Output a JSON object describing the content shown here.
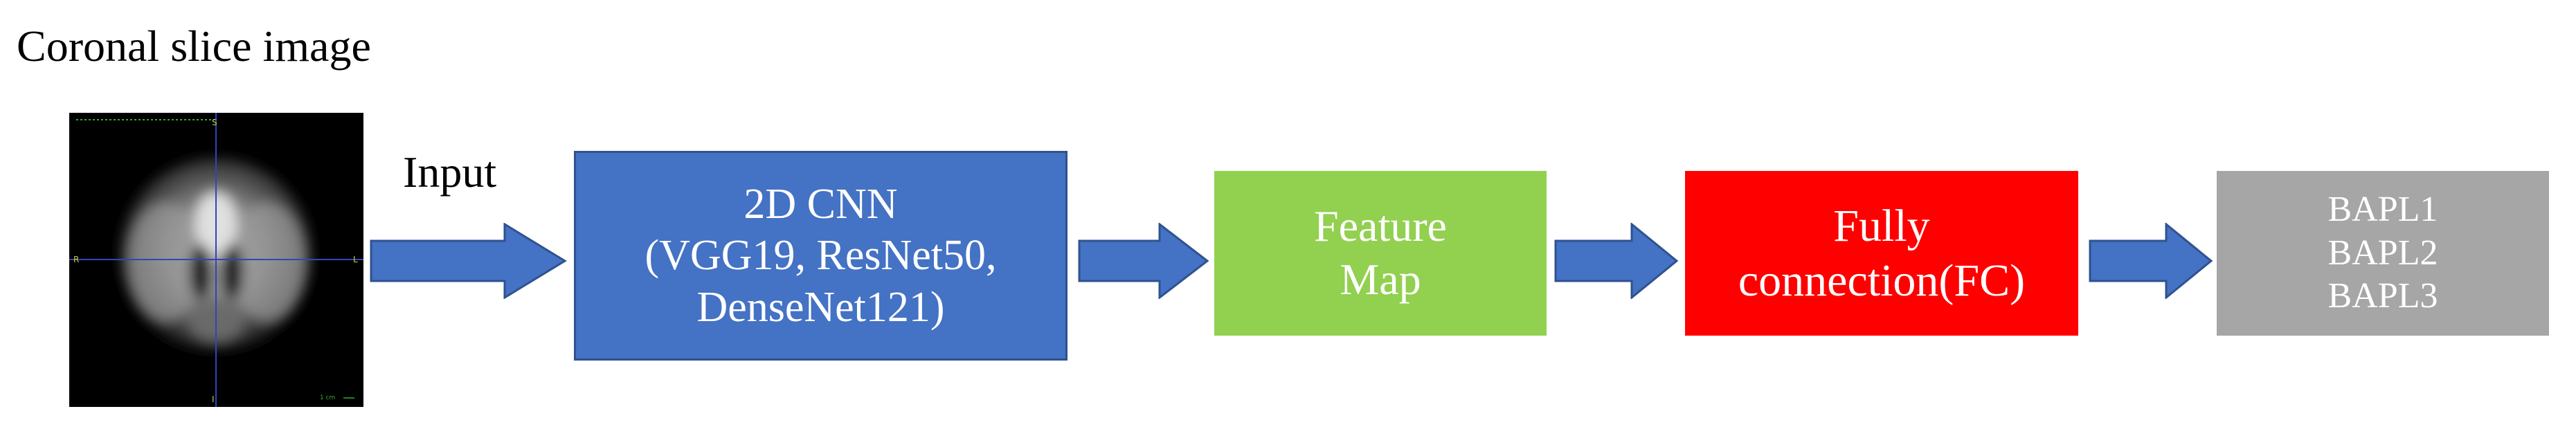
{
  "title": "Coronal slice image",
  "input_label": "Input",
  "scan": {
    "top_marker": "S",
    "bottom_marker": "I",
    "left_marker": "R",
    "right_marker": "L",
    "scale_label": "1 cm"
  },
  "boxes": {
    "cnn": {
      "lines": [
        "2D CNN",
        "(VGG19, ResNet50,",
        "DenseNet121)"
      ],
      "color": "#4472c4"
    },
    "feature": {
      "lines": [
        "Feature",
        "Map"
      ],
      "color": "#92d050"
    },
    "fc": {
      "lines": [
        "Fully",
        "connection(FC)"
      ],
      "color": "#ff0000"
    },
    "output": {
      "lines": [
        "BAPL1",
        "BAPL2",
        "BAPL3"
      ],
      "color": "#a6a6a6"
    }
  },
  "arrow_color": "#4472c4"
}
